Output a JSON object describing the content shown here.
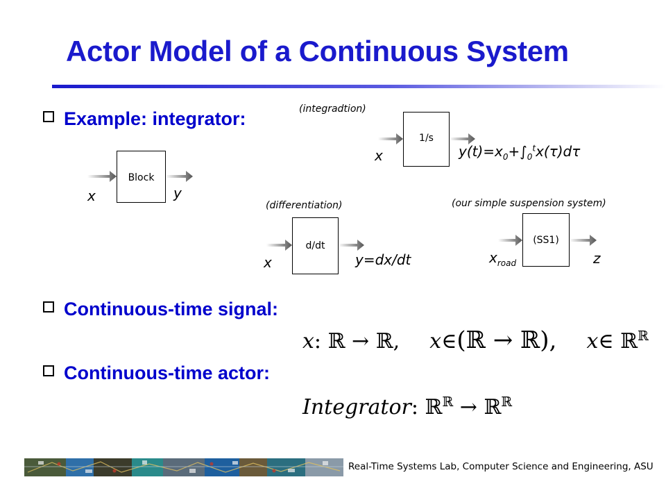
{
  "title": "Actor Model of a Continuous System",
  "bullets": {
    "example": "Example: integrator:",
    "signal": "Continuous-time signal:",
    "actor": "Continuous-time actor:"
  },
  "diagrams": {
    "block": {
      "box": "Block",
      "input": "x",
      "output": "y"
    },
    "integrator": {
      "caption": "(integradtion)",
      "box": "1/s",
      "input": "x",
      "output_prefix": "y(t)=x",
      "output_sub": "0",
      "output_mid": "+∫",
      "output_lower": "0",
      "output_upper": "t",
      "output_suffix": "x(τ)dτ"
    },
    "differentiator": {
      "caption": "(differentiation)",
      "box": "d/dt",
      "input": "x",
      "output": "y=dx/dt"
    },
    "suspension": {
      "caption": "(our simple suspension system)",
      "box": "(SS1)",
      "input": "x",
      "input_sub": "road",
      "output": "z"
    }
  },
  "formulas": {
    "signal_a": "x",
    "signal_b": ": ℝ → ℝ,",
    "signal_c": "x",
    "signal_d": "∈",
    "signal_e": "(ℝ → ℝ),",
    "signal_f": "x",
    "signal_g": "∈ ℝ",
    "signal_g_sup": "ℝ",
    "actor_name": "Integrator",
    "actor_colon": ": ℝ",
    "actor_sup1": "ℝ",
    "actor_arrow": " → ℝ",
    "actor_sup2": "ℝ"
  },
  "footer": "Real-Time Systems Lab, Computer Science and Engineering, ASU",
  "colors": {
    "title": "#1a1acc",
    "bullet": "#0000cc",
    "arrow": "#555555"
  }
}
